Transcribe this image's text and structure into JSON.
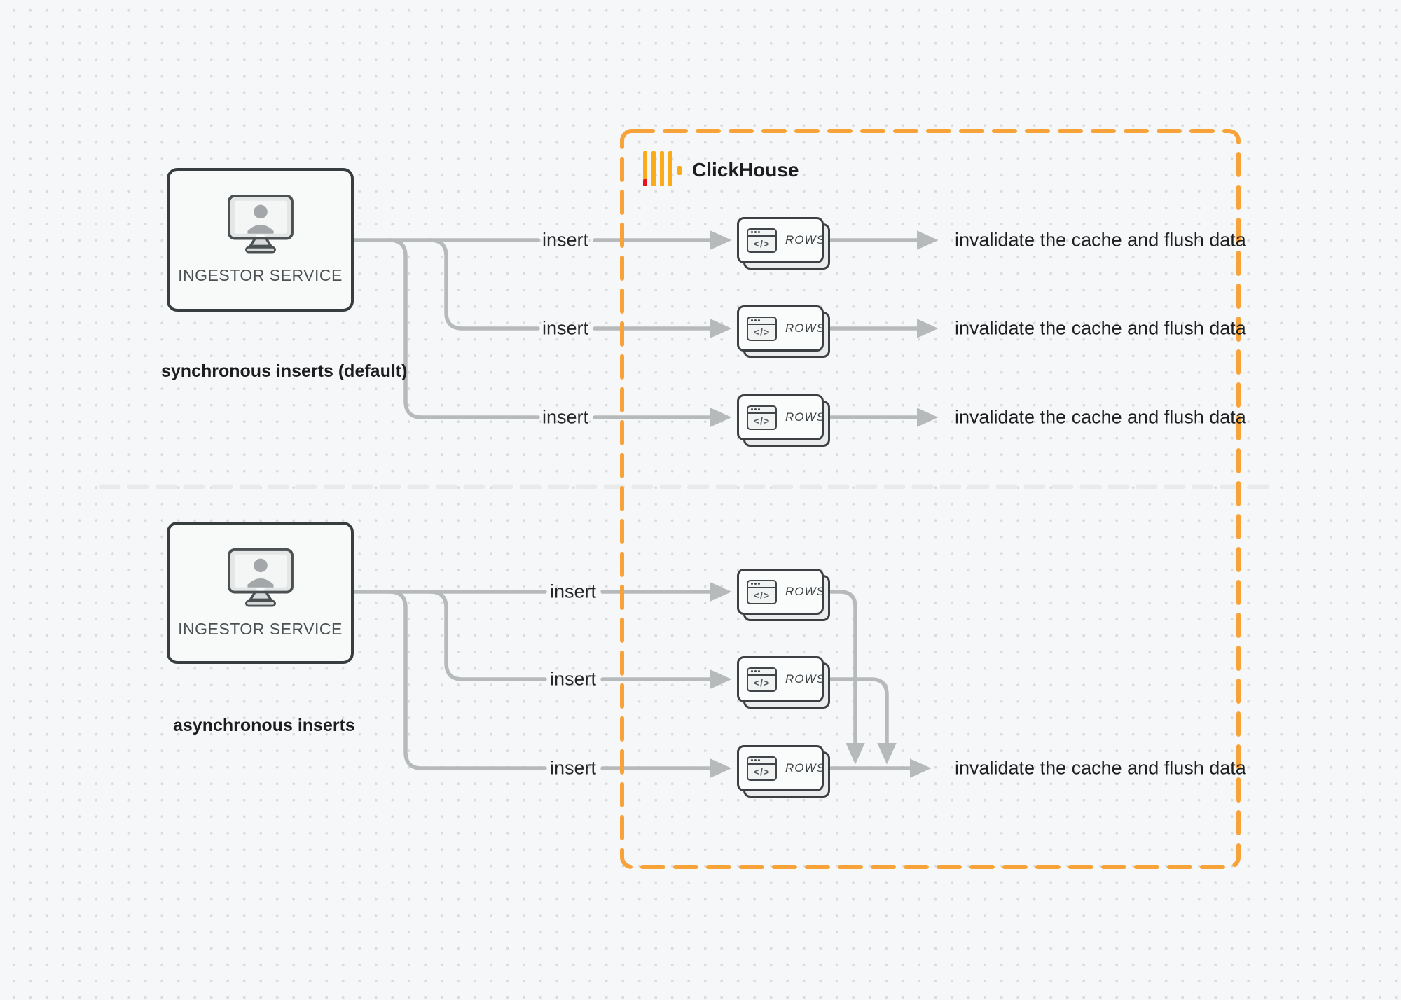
{
  "colors": {
    "accent_orange": "#F8A33A",
    "wire_gray": "#b7babb",
    "divider_gray": "#e9ebeb",
    "logo_yellow": "#FAAC18",
    "logo_red": "#E8131D",
    "card_border": "#3c4043",
    "background": "#f6f7f8"
  },
  "clickhouse": {
    "label": "ClickHouse"
  },
  "icons": {
    "service": "monitor-user-icon",
    "rows_card": "code-window-icon",
    "logo": "clickhouse-logo",
    "code_glyph": "</>"
  },
  "sync": {
    "service_label": "INGESTOR SERVICE",
    "caption": "synchronous inserts (default)",
    "rows": [
      {
        "insert_label": "insert",
        "card_label": "ROWS",
        "result_label": "invalidate the cache and flush data"
      },
      {
        "insert_label": "insert",
        "card_label": "ROWS",
        "result_label": "invalidate the cache and flush data"
      },
      {
        "insert_label": "insert",
        "card_label": "ROWS",
        "result_label": "invalidate the cache and flush data"
      }
    ]
  },
  "async": {
    "service_label": "INGESTOR SERVICE",
    "caption": "asynchronous inserts",
    "rows": [
      {
        "insert_label": "insert",
        "card_label": "ROWS"
      },
      {
        "insert_label": "insert",
        "card_label": "ROWS"
      },
      {
        "insert_label": "insert",
        "card_label": "ROWS"
      }
    ],
    "result_label": "invalidate the cache and flush data"
  }
}
